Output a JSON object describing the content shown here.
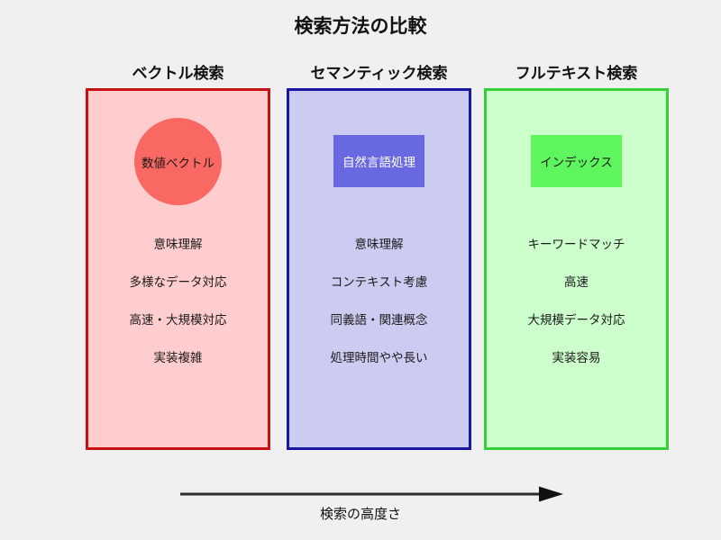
{
  "title": "検索方法の比較",
  "columns": [
    {
      "header": "ベクトル検索",
      "shape": {
        "type": "circle",
        "label": "数値ベクトル"
      },
      "colors": {
        "box_bg": "#ffcdcd",
        "box_border": "#c51111",
        "shape_bg": "#f96862",
        "shape_text": "#1a1a1a"
      },
      "features": [
        "意味理解",
        "多様なデータ対応",
        "高速・大規模対応",
        "実装複雑"
      ]
    },
    {
      "header": "セマンティック検索",
      "shape": {
        "type": "rect",
        "label": "自然言語処理"
      },
      "colors": {
        "box_bg": "#ccccf2",
        "box_border": "#1717a0",
        "shape_bg": "#6868e0",
        "shape_text": "#ffffff"
      },
      "features": [
        "意味理解",
        "コンテキスト考慮",
        "同義語・関連概念",
        "処理時間やや長い"
      ]
    },
    {
      "header": "フルテキスト検索",
      "shape": {
        "type": "rect",
        "label": "インデックス"
      },
      "colors": {
        "box_bg": "#cdffcd",
        "box_border": "#37cf37",
        "shape_bg": "#5ef55e",
        "shape_text": "#1a1a1a"
      },
      "features": [
        "キーワードマッチ",
        "高速",
        "大規模データ対応",
        "実装容易"
      ]
    }
  ],
  "axis": {
    "label": "検索の高度さ",
    "arrow_color": "#1a1a1a"
  }
}
